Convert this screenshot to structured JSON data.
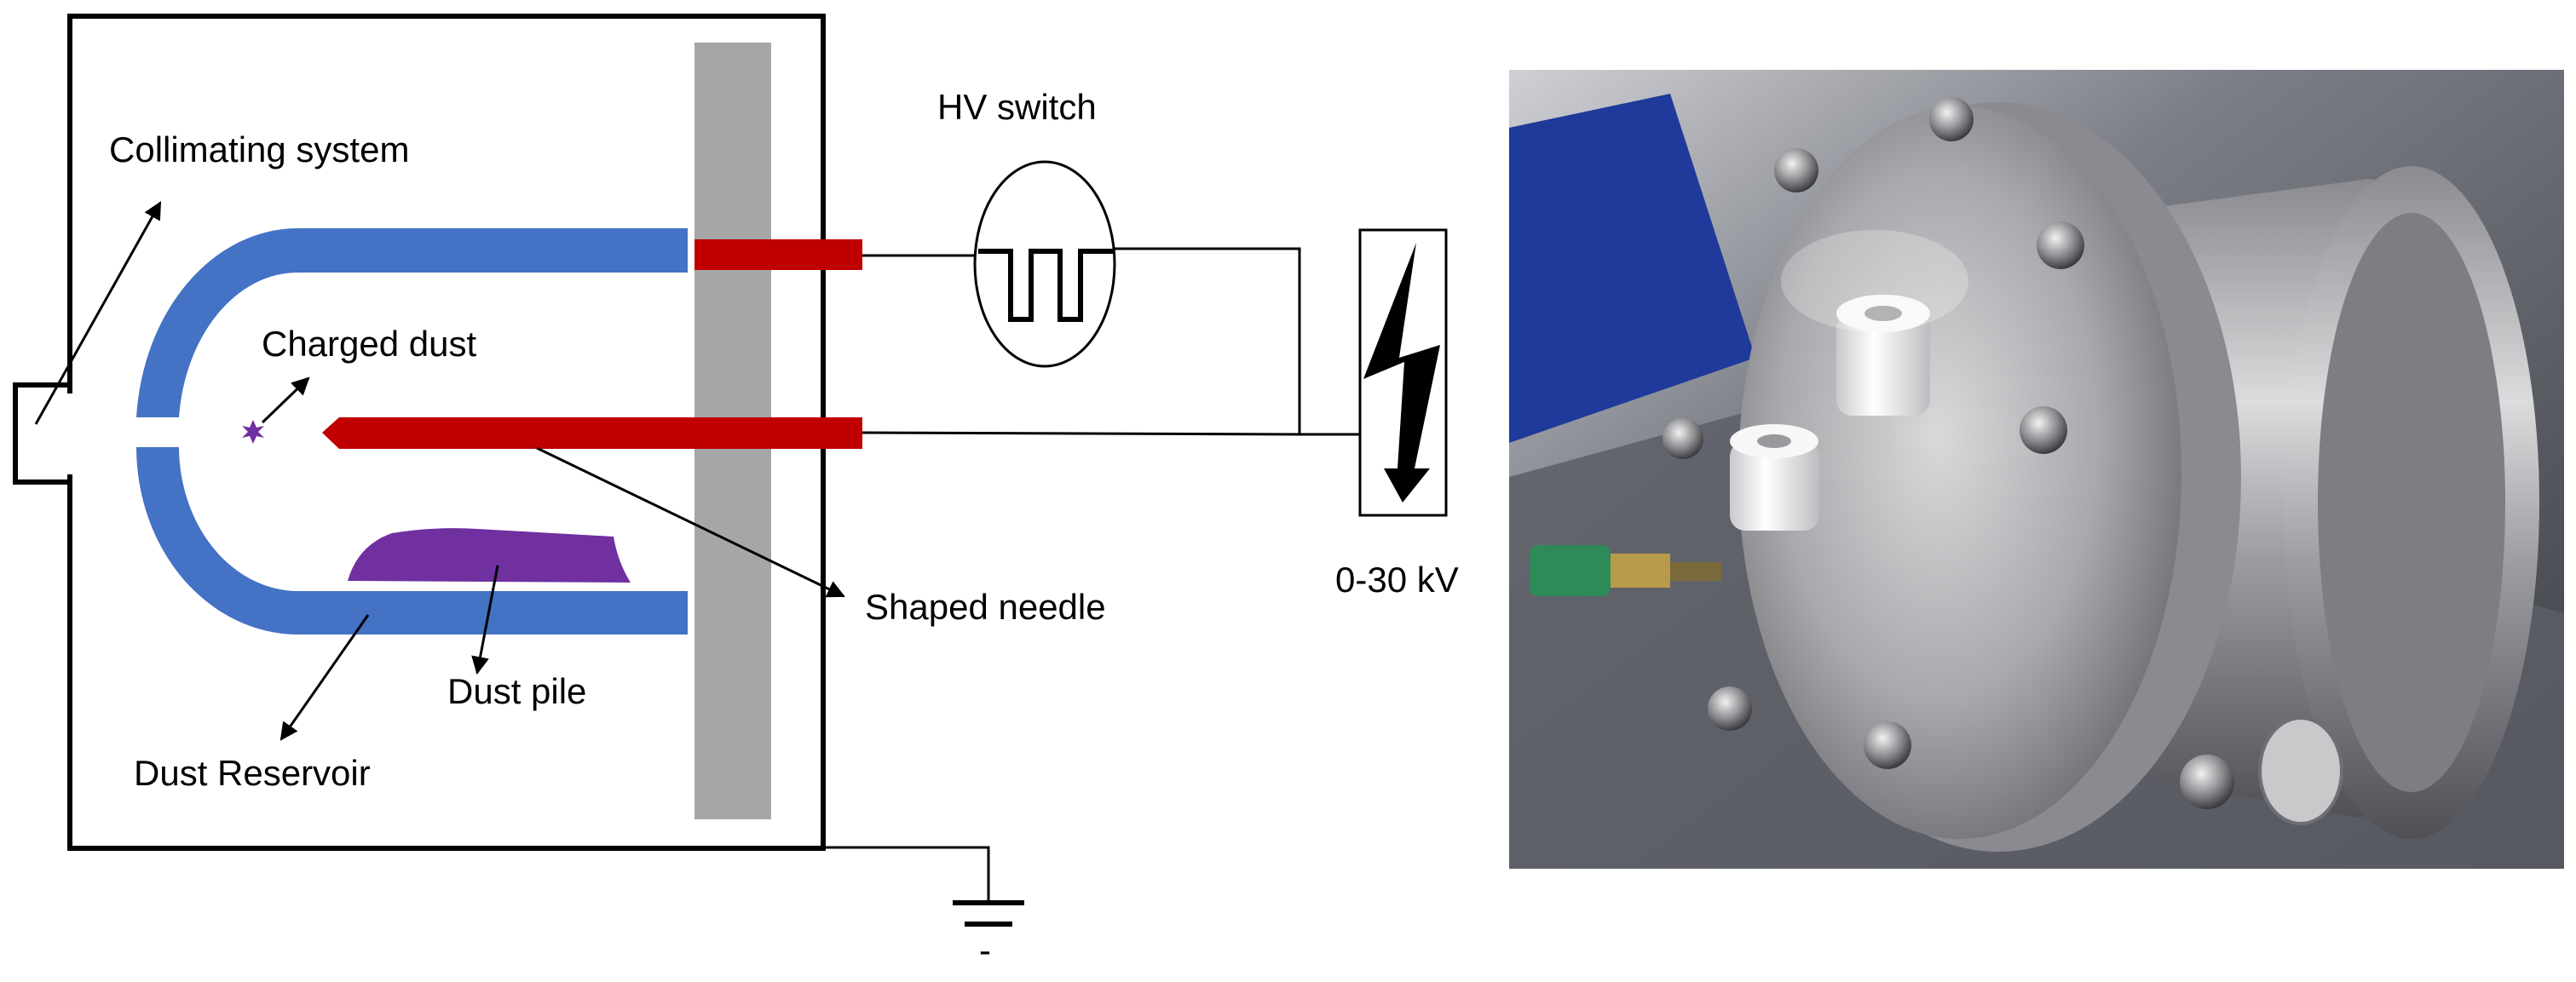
{
  "diagram": {
    "labels": {
      "collimating_system": "Collimating system",
      "charged_dust": "Charged dust",
      "hv_switch": "HV switch",
      "voltage_range": "0-30 kV",
      "shaped_needle": "Shaped needle",
      "dust_pile": "Dust pile",
      "dust_reservoir": "Dust Reservoir",
      "ground_minus": "-"
    },
    "colors": {
      "reservoir": "#4472c4",
      "needle": "#c00000",
      "dust_pile": "#7030a0",
      "charged_dust": "#7030a0",
      "wall": "#a6a6a6",
      "outline": "#000000"
    }
  },
  "photo": {
    "subject": "stainless-steel-flange-dust-accelerator-source",
    "colors": {
      "background": "#2a2a30",
      "steel": "#b9b9bb",
      "ptfe_insulator": "#eeeeee",
      "connector_green": "#2e8b57",
      "blue_backdrop": "#1f3a9a"
    }
  }
}
